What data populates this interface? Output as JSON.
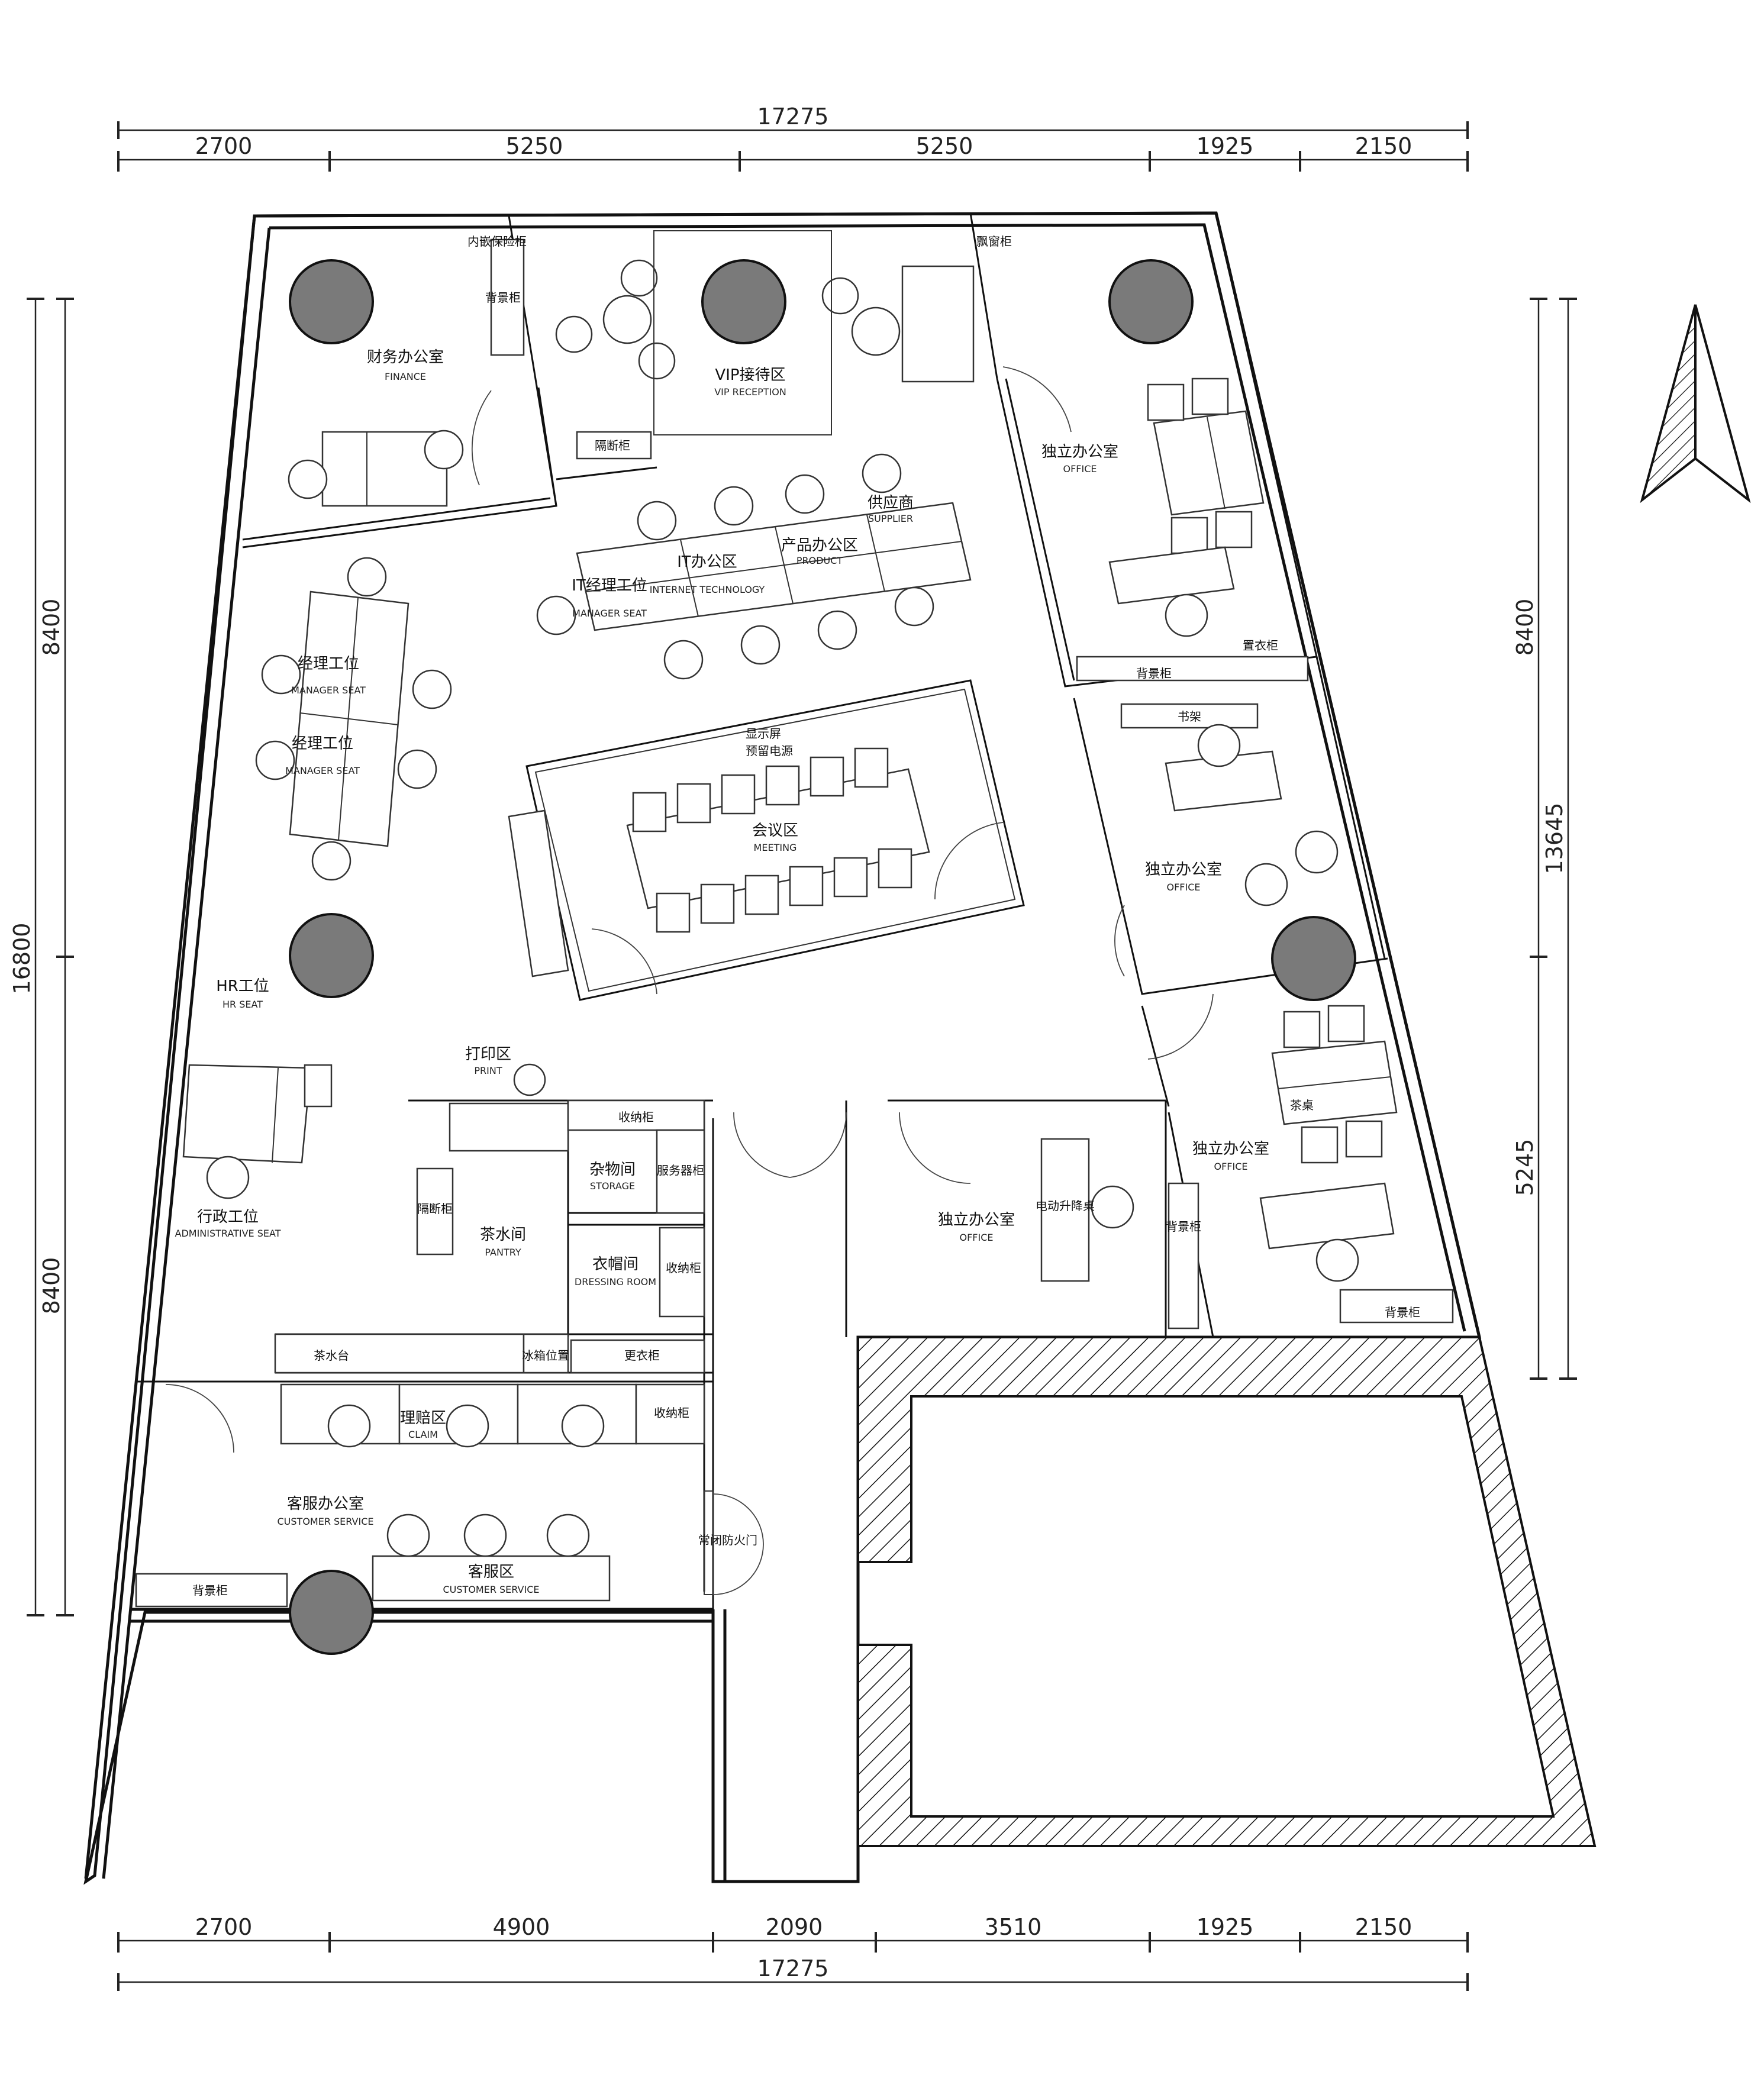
{
  "dimensions": {
    "top_total": "17275",
    "top_segments": [
      "2700",
      "5250",
      "5250",
      "1925",
      "2150"
    ],
    "bottom_segments": [
      "2700",
      "4900",
      "2090",
      "3510",
      "1925",
      "2150"
    ],
    "bottom_total": "17275",
    "left_total": "16800",
    "left_segments": [
      "8400",
      "8400"
    ],
    "right_total": "13645",
    "right_segments": [
      "8400",
      "5245"
    ]
  },
  "rooms": {
    "finance": {
      "zh": "财务办公室",
      "en": "FINANCE"
    },
    "vip": {
      "zh": "VIP接待区",
      "en": "VIP RECEPTION"
    },
    "office_a": {
      "zh": "独立办公室",
      "en": "OFFICE"
    },
    "office_b": {
      "zh": "独立办公室",
      "en": "OFFICE"
    },
    "office_c": {
      "zh": "独立办公室",
      "en": "OFFICE"
    },
    "office_d": {
      "zh": "独立办公室",
      "en": "OFFICE"
    },
    "supplier": {
      "zh": "供应商",
      "en": "SUPPLIER"
    },
    "product": {
      "zh": "产品办公区",
      "en": "PRODUCT"
    },
    "it": {
      "zh": "IT办公区",
      "en": "INTERNET TECHNOLOGY"
    },
    "it_manager": {
      "zh": "IT经理工位",
      "en": "MANAGER SEAT"
    },
    "manager1": {
      "zh": "经理工位",
      "en": "MANAGER SEAT"
    },
    "manager2": {
      "zh": "经理工位",
      "en": "MANAGER SEAT"
    },
    "meeting": {
      "zh": "会议区",
      "en": "MEETING"
    },
    "screen": {
      "zh": "显示屏",
      "en": "预留电源"
    },
    "hr": {
      "zh": "HR工位",
      "en": "HR SEAT"
    },
    "print": {
      "zh": "打印区",
      "en": "PRINT"
    },
    "admin": {
      "zh": "行政工位",
      "en": "ADMINISTRATIVE SEAT"
    },
    "pantry": {
      "zh": "茶水间",
      "en": "PANTRY"
    },
    "storage": {
      "zh": "杂物间",
      "en": "STORAGE"
    },
    "dressing": {
      "zh": "衣帽间",
      "en": "DRESSING ROOM"
    },
    "claim": {
      "zh": "理赔区",
      "en": "CLAIM"
    },
    "cs_office": {
      "zh": "客服办公室",
      "en": "CUSTOMER SERVICE"
    },
    "cs_zone": {
      "zh": "客服区",
      "en": "CUSTOMER SERVICE"
    }
  },
  "furniture_labels": {
    "safe_cabinet": "内嵌保险柜",
    "back_cabinet_1": "背景柜",
    "partition_cabinet": "隔断柜",
    "drape_cabinet": "飘窗柜",
    "back_cabinet_2": "背景柜",
    "wardrobe": "置衣柜",
    "bookshelf": "书架",
    "tea_table": "茶桌",
    "back_cabinet_3": "背景柜",
    "back_cabinet_4": "背景柜",
    "electric_desk": "电动升降桌",
    "storage_cabinet_1": "收纳柜",
    "service_cabinet": "服务器柜",
    "partition_cabinet_2": "隔断柜",
    "storage_cabinet_2": "收纳柜",
    "tea_counter": "茶水台",
    "fridge": "冰箱位置",
    "changing_cabinet": "更衣柜",
    "storage_cabinet_3": "收纳柜",
    "back_cabinet_5": "背景柜",
    "fire_door": "常闭防火门"
  },
  "north_arrow": {
    "icon": "north-arrow-icon"
  },
  "colors": {
    "wall": "#111111",
    "column": "#7a7a7a",
    "hatch": "#111111"
  }
}
